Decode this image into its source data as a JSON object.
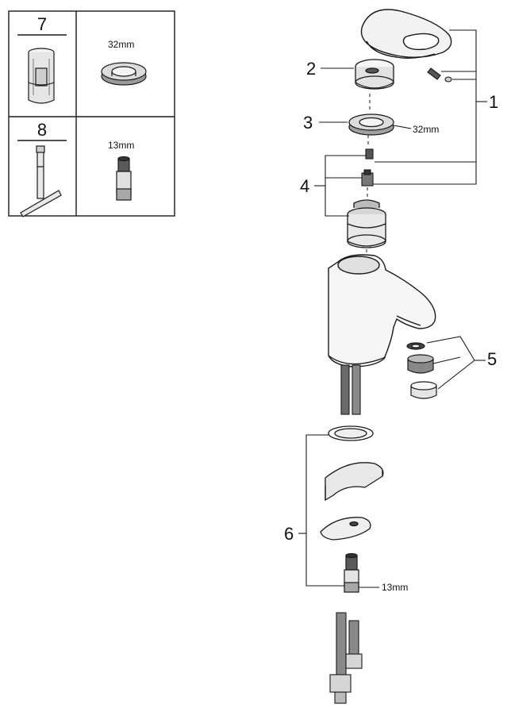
{
  "colors": {
    "line": "#1a1a1a",
    "fill_light": "#eeeeee",
    "fill_mid": "#bdbdbd",
    "fill_dark": "#4a4a4a"
  },
  "table": {
    "rows": [
      {
        "number": "7",
        "dimension": "32mm",
        "tool_icon": "cartridge-socket-icon",
        "part_icon": "ring-nut-icon"
      },
      {
        "number": "8",
        "dimension": "13mm",
        "tool_icon": "t-key-icon",
        "part_icon": "threaded-stud-icon"
      }
    ]
  },
  "callouts": {
    "c1": "1",
    "c2": "2",
    "c3": "3",
    "c4": "4",
    "c5": "5",
    "c6": "6"
  },
  "dimensions": {
    "ring_nut": "32mm",
    "stud": "13mm"
  }
}
